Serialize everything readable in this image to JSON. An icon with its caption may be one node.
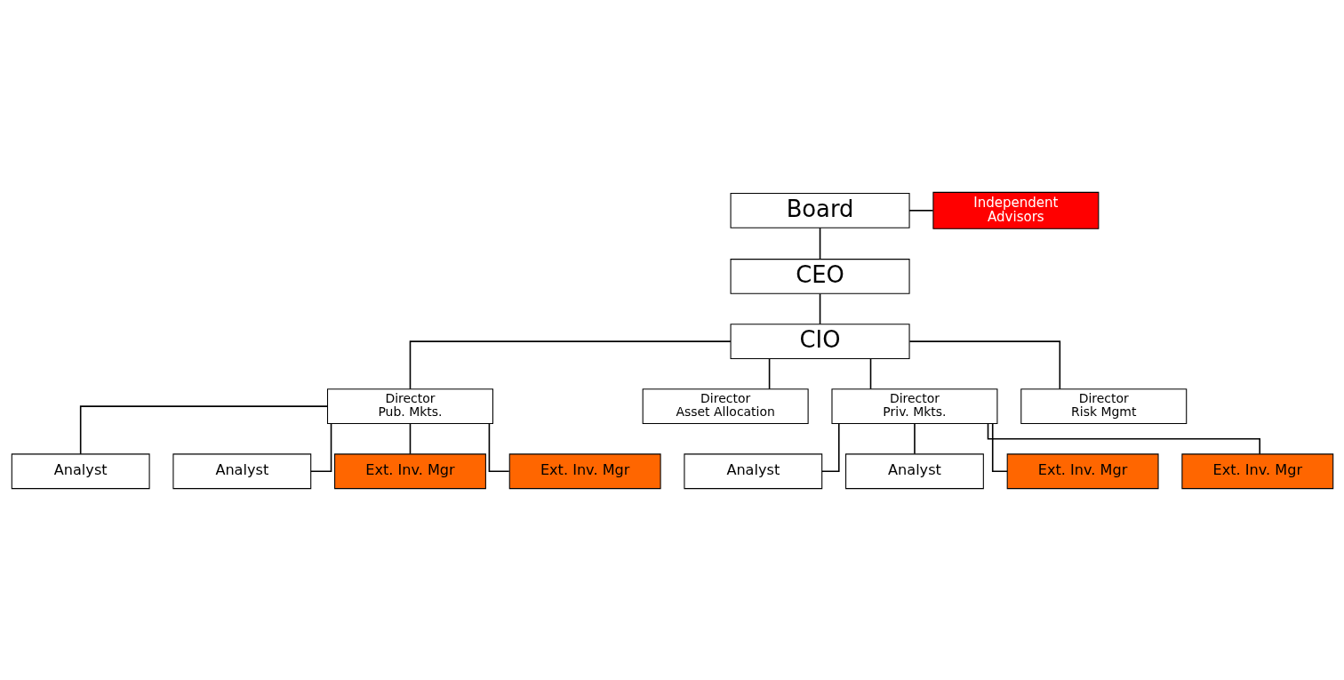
{
  "diagram": {
    "nodes": [
      {
        "text": [
          "Board"
        ]
      },
      {
        "text": [
          "Independent Advisors"
        ]
      },
      {
        "text": [
          "CEO"
        ]
      },
      {
        "text": [
          "CIO"
        ]
      },
      {
        "text": [
          "Director Pub. Mkts."
        ]
      },
      {
        "text": [
          "Director Asset Allocation"
        ]
      },
      {
        "text": [
          "Director Priv. Mkts."
        ]
      },
      {
        "text": [
          "Director Risk Mgmt"
        ]
      },
      {
        "text": [
          "Analyst"
        ]
      },
      {
        "text": [
          "Analyst"
        ]
      },
      {
        "text": [
          "Analyst"
        ]
      },
      {
        "text": [
          "Analyst"
        ]
      },
      {
        "text": [
          "Ext. Inv. Mgr"
        ]
      },
      {
        "text": [
          "Ext. Inv. Mgr"
        ]
      },
      {
        "text": [
          "Ext. Inv. Mgr"
        ]
      },
      {
        "text": [
          "Ext. Inv. Mgr"
        ]
      }
    ],
    "edges": [
      {
        "from": 0,
        "to": 1,
        "arrow": "none"
      },
      {
        "from": 0,
        "to": 2,
        "arrow": "none"
      },
      {
        "from": 2,
        "to": 3,
        "arrow": "none"
      },
      {
        "from": 3,
        "to": 4,
        "arrow": "none"
      },
      {
        "from": 3,
        "to": 5,
        "arrow": "none"
      },
      {
        "from": 3,
        "to": 6,
        "arrow": "none"
      },
      {
        "from": 3,
        "to": 7,
        "arrow": "none"
      },
      {
        "from": 4,
        "to": 8,
        "arrow": "none"
      },
      {
        "from": 4,
        "to": 12,
        "arrow": "none"
      },
      {
        "from": 4,
        "to": 9,
        "arrow": "none"
      },
      {
        "from": 4,
        "to": 13,
        "arrow": "none"
      },
      {
        "from": 6,
        "to": 10,
        "arrow": "none"
      },
      {
        "from": 6,
        "to": 14,
        "arrow": "none"
      },
      {
        "from": 6,
        "to": 11,
        "arrow": "none"
      },
      {
        "from": 6,
        "to": 15,
        "arrow": "none"
      }
    ]
  }
}
